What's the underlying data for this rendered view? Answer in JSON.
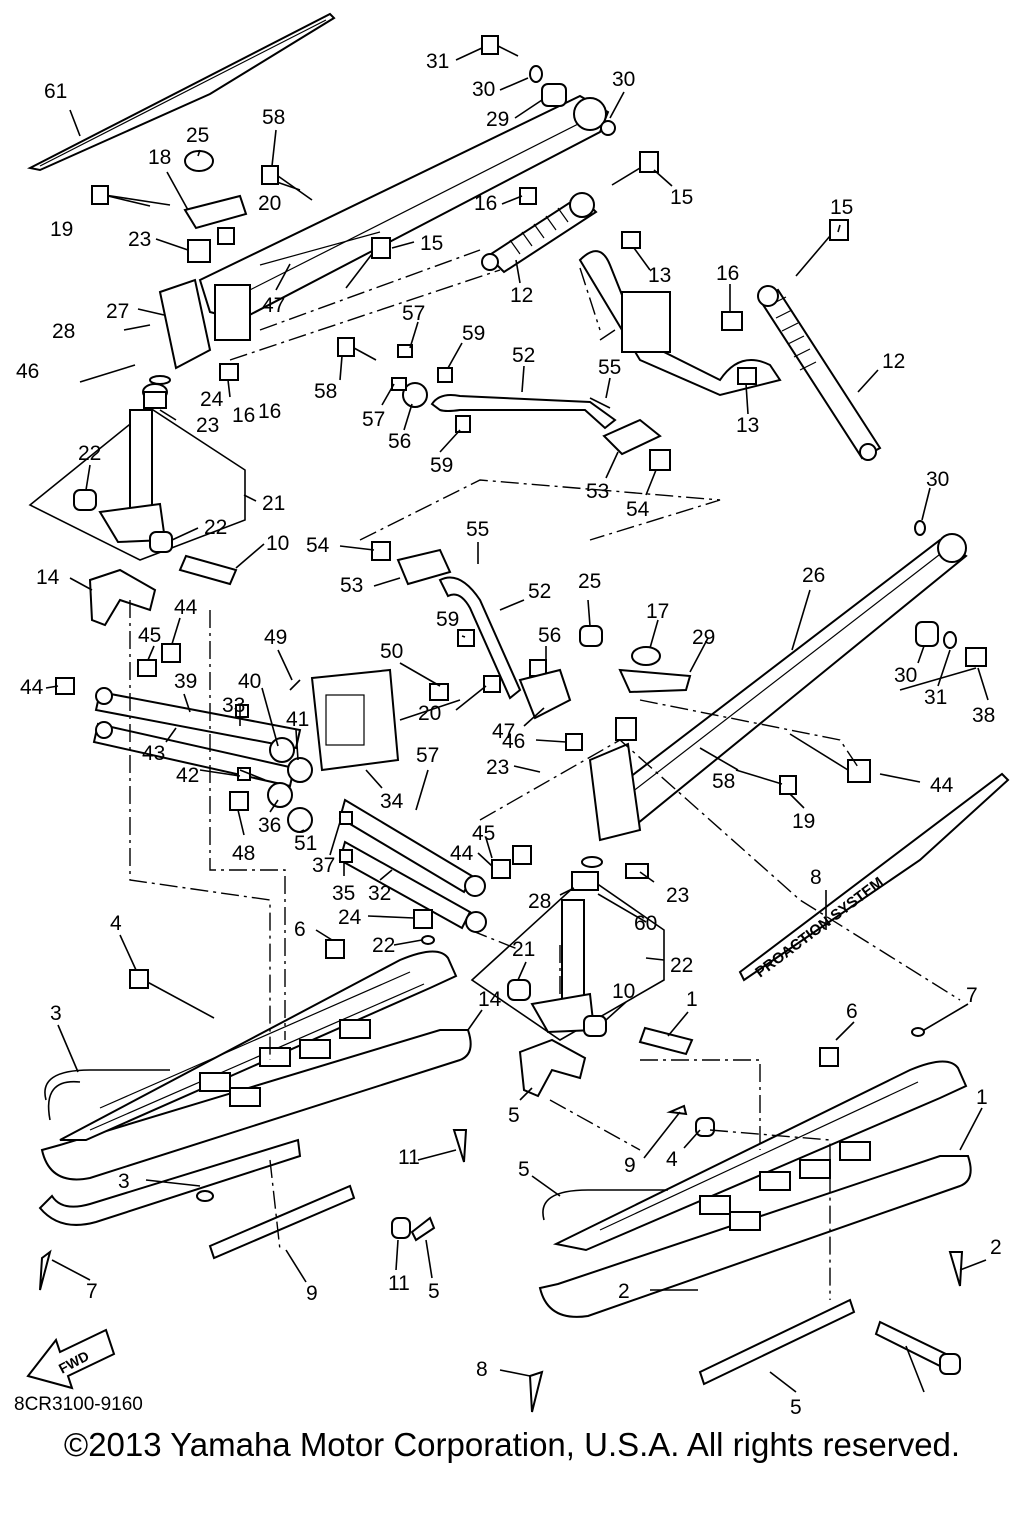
{
  "diagram_code": "8CR3100-9160",
  "copyright": "©2013 Yamaha Motor Corporation, U.S.A. All rights reserved.",
  "decals": {
    "system_decal": "PROACTION SYSTEM",
    "forward_arrow": "FWD"
  },
  "callouts": [
    "61",
    "31",
    "30",
    "29",
    "30",
    "58",
    "25",
    "18",
    "20",
    "19",
    "23",
    "27",
    "28",
    "46",
    "47",
    "15",
    "16",
    "15",
    "16",
    "13",
    "12",
    "15",
    "16",
    "12",
    "13",
    "57",
    "59",
    "58",
    "57",
    "56",
    "59",
    "52",
    "55",
    "53",
    "54",
    "24",
    "23",
    "16",
    "22",
    "22",
    "21",
    "10",
    "14",
    "54",
    "53",
    "55",
    "52",
    "30",
    "26",
    "45",
    "44",
    "44",
    "49",
    "50",
    "59",
    "20",
    "25",
    "17",
    "29",
    "30",
    "31",
    "38",
    "39",
    "40",
    "33",
    "41",
    "43",
    "42",
    "36",
    "51",
    "48",
    "34",
    "37",
    "35",
    "32",
    "57",
    "56",
    "47",
    "46",
    "23",
    "58",
    "19",
    "44",
    "45",
    "44",
    "24",
    "28",
    "23",
    "60",
    "8",
    "4",
    "6",
    "22",
    "21",
    "22",
    "10",
    "1",
    "3",
    "14",
    "5",
    "11",
    "9",
    "4",
    "6",
    "7",
    "3",
    "1",
    "5",
    "7",
    "2",
    "9",
    "11",
    "5",
    "2",
    "8",
    "5"
  ]
}
